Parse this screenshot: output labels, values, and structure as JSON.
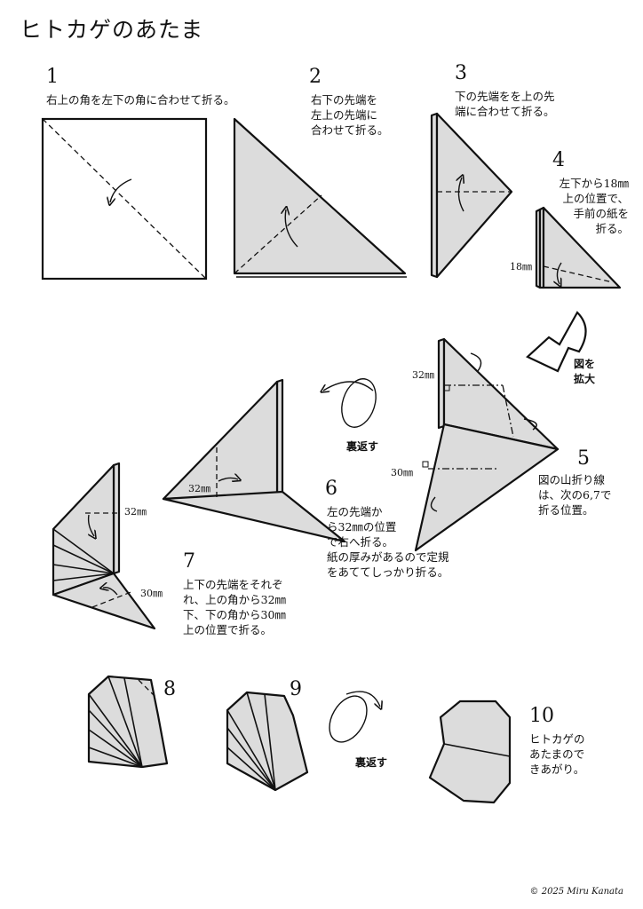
{
  "title": "ヒトカゲのあたま",
  "steps": [
    {
      "num": "1",
      "text": "右上の角を左下の角に合わせて折る。"
    },
    {
      "num": "2",
      "text": "右下の先端を\n左上の先端に\n合わせて折る。"
    },
    {
      "num": "3",
      "text": "下の先端をを上の先\n端に合わせて折る。"
    },
    {
      "num": "4",
      "text": "左下から18㎜\n上の位置で、\n手前の紙を\n折る。"
    },
    {
      "num": "5",
      "text": "図の山折り線\nは、次の6,7で\n折る位置。"
    },
    {
      "num": "6",
      "text": "左の先端か\nら32㎜の位置\nで右へ折る。\n紙の厚みがあるので定規\nをあててしっかり折る。"
    },
    {
      "num": "7",
      "text": "上下の先端をそれぞ\nれ、上の角から32㎜\n下、下の角から30㎜\n上の位置で折る。"
    },
    {
      "num": "8",
      "text": ""
    },
    {
      "num": "9",
      "text": ""
    },
    {
      "num": "10",
      "text": "ヒトカゲの\nあたまので\nきあがり。"
    }
  ],
  "labels": {
    "enlarge": "図を\n拡大",
    "flip": "裏返す",
    "m18": "18㎜",
    "m32": "32㎜",
    "m30": "30㎜"
  },
  "credit": "© 2025 Miru Kanata"
}
